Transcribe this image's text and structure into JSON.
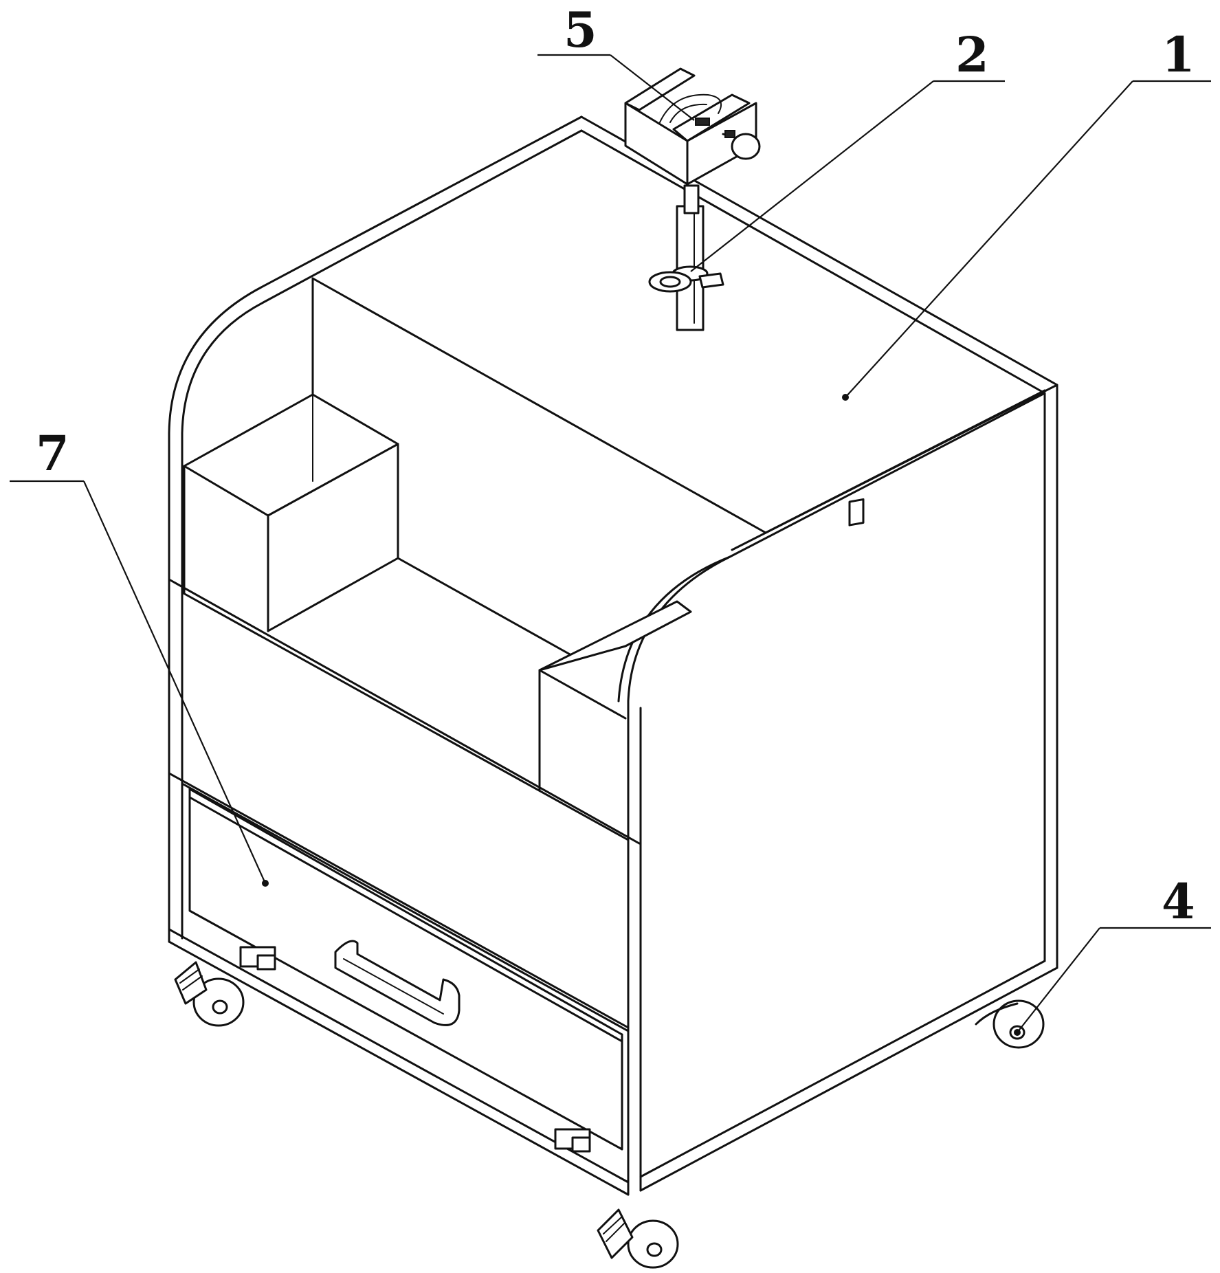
{
  "labels": [
    {
      "id": "1",
      "text": "1"
    },
    {
      "id": "2",
      "text": "2"
    },
    {
      "id": "4",
      "text": "4"
    },
    {
      "id": "5",
      "text": "5"
    },
    {
      "id": "7",
      "text": "7"
    }
  ]
}
